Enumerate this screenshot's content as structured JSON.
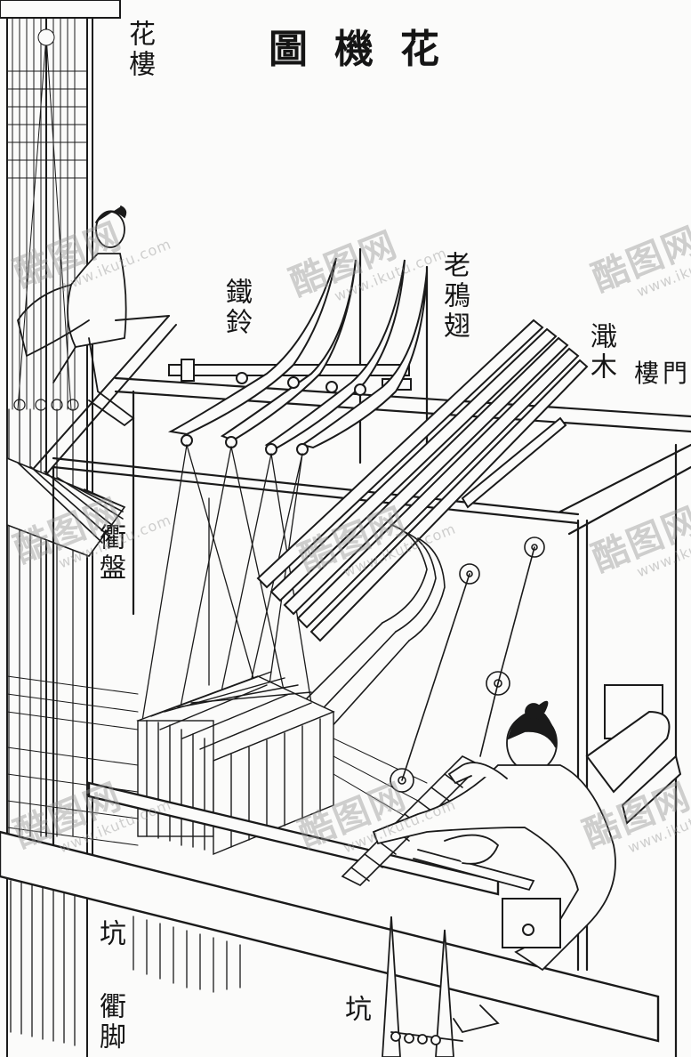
{
  "title": "圖機花",
  "labels": {
    "hua_lou": "花樓",
    "lao_ya_chi": "老鴉翅",
    "tie_ling": "鐵鈴",
    "xi_mu": "濈木",
    "lou_men": "樓門",
    "qu_pan": "衢盤",
    "keng_left": "坑",
    "qu_jiao": "衢脚",
    "keng_bottom": "坑"
  },
  "watermark": {
    "brand": "酷图网",
    "url": "www.ikutu.com"
  },
  "colors": {
    "ink": "#1a1a1a",
    "paper": "#fbfbfa",
    "watermark": "#969696"
  }
}
